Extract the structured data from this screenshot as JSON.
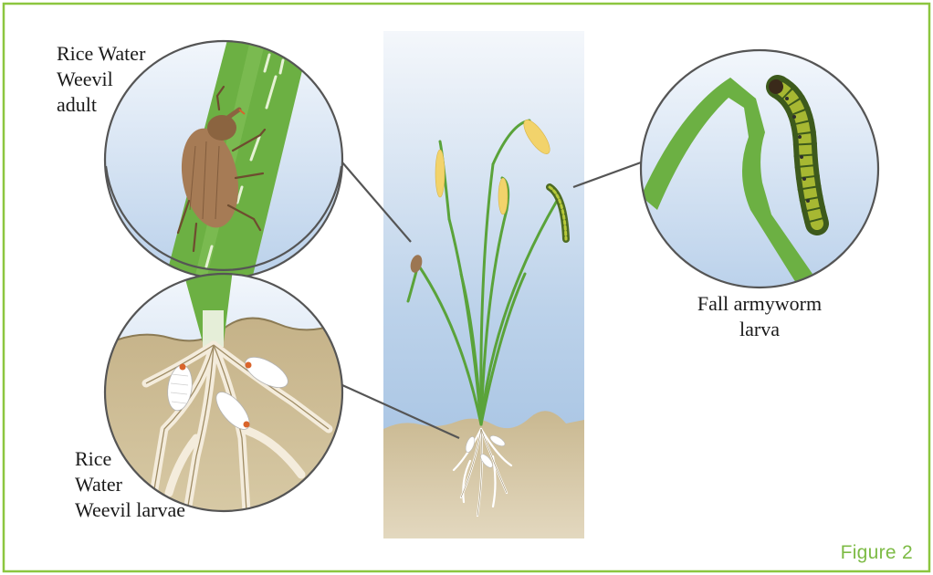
{
  "figure": {
    "tag": "Figure 2",
    "accent_color": "#8cc63f"
  },
  "labels": {
    "adult_line1": "Rice Water",
    "adult_line2": "Weevil",
    "adult_line3": "adult",
    "larvae_line1": "Rice",
    "larvae_line2": "Water",
    "larvae_line3": "Weevil larvae",
    "armyworm_line1": "Fall armyworm",
    "armyworm_line2": "larva"
  }
}
